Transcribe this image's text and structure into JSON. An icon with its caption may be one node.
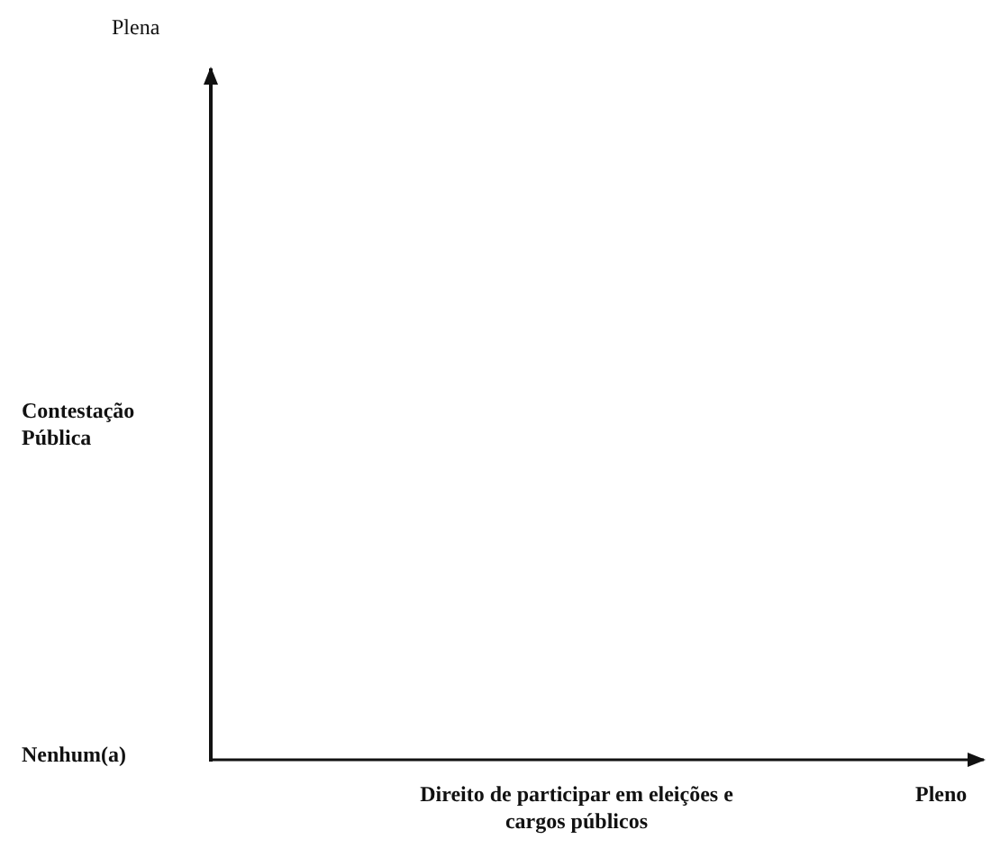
{
  "diagram": {
    "labels": [
      "Plena",
      "Contestação Pública",
      "Nenhum(a)",
      "Direito de participar em eleições e cargos públicos",
      "Pleno"
    ]
  }
}
